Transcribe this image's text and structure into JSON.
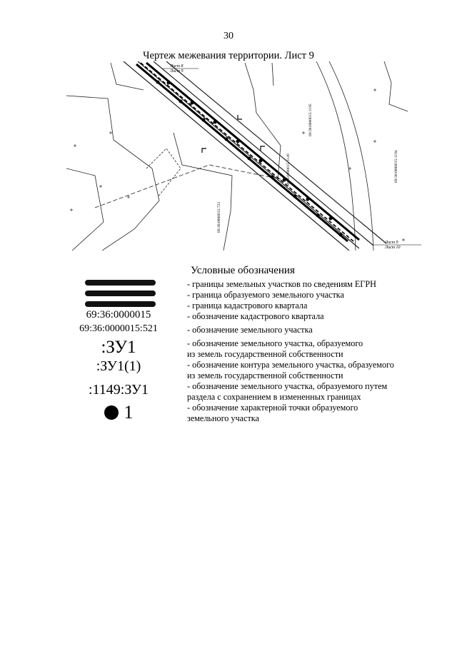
{
  "page_number": "30",
  "title": "Чертеж межевания территории. Лист 9",
  "map": {
    "sheet_labels": [
      "Лист 8",
      "Лист 9",
      "Лист 9",
      "Лист 10"
    ],
    "cadastral_labels": [
      "69:36:0000015:1195",
      "69:36:0000015:1194",
      "69:36:0000015:723",
      "69:36:0000015:1149"
    ]
  },
  "legend": {
    "title": "Условные обозначения",
    "symbols": {
      "quarter_code": "69:36:0000015",
      "parcel_code": "69:36:0000015:521",
      "new_parcel": ":ЗУ1",
      "contour": ":ЗУ1(1)",
      "split_parcel": ":1149:ЗУ1",
      "point_number": "1"
    },
    "items": [
      "- границы земельных участков по сведениям ЕГРН",
      "- граница образуемого земельного участка",
      "- граница кадастрового квартала",
      "- обозначение кадастрового квартала",
      "- обозначение земельного участка",
      "- обозначение земельного участка, образуемого",
      "из земель государственной собственности",
      "- обозначение контура земельного участка, образуемого",
      "из земель государственной собственности",
      "- обозначение земельного участка, образуемого путем",
      "раздела с сохранением в измененных границах",
      "- обозначение характерной точки образуемого",
      "земельного участка"
    ]
  }
}
